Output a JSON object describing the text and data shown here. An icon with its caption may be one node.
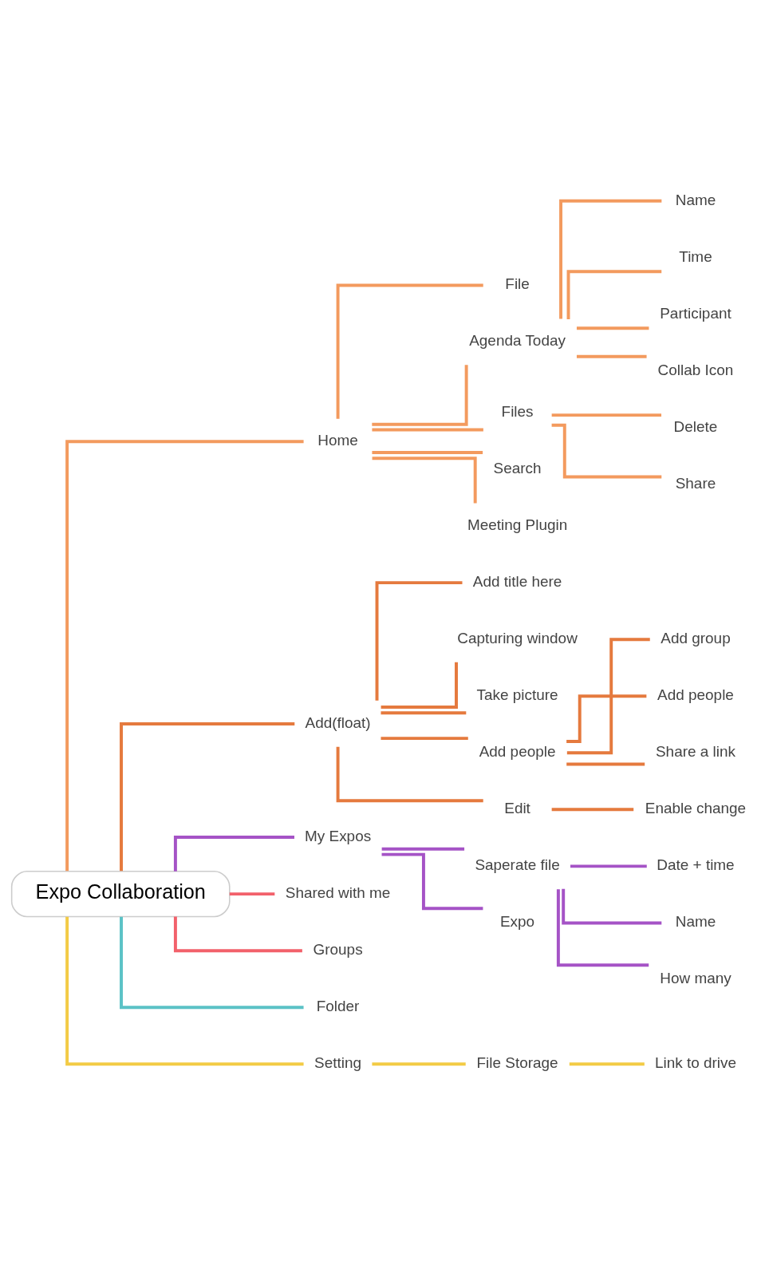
{
  "diagram": {
    "nodes": [
      {
        "text": [
          "Expo Collaboration"
        ]
      },
      {
        "text": [
          "Home"
        ]
      },
      {
        "text": [
          "File"
        ]
      },
      {
        "text": [
          "Agenda Today"
        ]
      },
      {
        "text": [
          "Name"
        ]
      },
      {
        "text": [
          "Time"
        ]
      },
      {
        "text": [
          "Participant"
        ]
      },
      {
        "text": [
          "Collab Icon"
        ]
      },
      {
        "text": [
          "Files"
        ]
      },
      {
        "text": [
          "Delete"
        ]
      },
      {
        "text": [
          "Share"
        ]
      },
      {
        "text": [
          "Search"
        ]
      },
      {
        "text": [
          "Meeting Plugin"
        ]
      },
      {
        "text": [
          "Add(float)"
        ]
      },
      {
        "text": [
          "Add title here"
        ]
      },
      {
        "text": [
          "Capturing window"
        ]
      },
      {
        "text": [
          "Take picture"
        ]
      },
      {
        "text": [
          "Add people"
        ]
      },
      {
        "text": [
          "Add group"
        ]
      },
      {
        "text": [
          "Add people"
        ]
      },
      {
        "text": [
          "Share a link"
        ]
      },
      {
        "text": [
          "Edit"
        ]
      },
      {
        "text": [
          "Enable change"
        ]
      },
      {
        "text": [
          "My Expos"
        ]
      },
      {
        "text": [
          "Saperate file"
        ]
      },
      {
        "text": [
          "Date + time"
        ]
      },
      {
        "text": [
          "Name"
        ]
      },
      {
        "text": [
          "How many"
        ]
      },
      {
        "text": [
          "Expo"
        ]
      },
      {
        "text": [
          "Shared with me"
        ]
      },
      {
        "text": [
          "Groups"
        ]
      },
      {
        "text": [
          "Folder"
        ]
      },
      {
        "text": [
          "Setting"
        ]
      },
      {
        "text": [
          "File Storage"
        ]
      },
      {
        "text": [
          "Link to drive"
        ]
      }
    ],
    "edges": [
      {
        "from": 0,
        "to": 1,
        "arrow": "none",
        "color": "#f39a5e"
      },
      {
        "from": 1,
        "to": 2,
        "arrow": "none",
        "color": "#f39a5e"
      },
      {
        "from": 1,
        "to": 3,
        "arrow": "none",
        "color": "#f39a5e"
      },
      {
        "from": 3,
        "to": 4,
        "arrow": "none",
        "color": "#f39a5e"
      },
      {
        "from": 3,
        "to": 5,
        "arrow": "none",
        "color": "#f39a5e"
      },
      {
        "from": 3,
        "to": 6,
        "arrow": "none",
        "color": "#f39a5e"
      },
      {
        "from": 3,
        "to": 7,
        "arrow": "none",
        "color": "#f39a5e"
      },
      {
        "from": 1,
        "to": 8,
        "arrow": "none",
        "color": "#f39a5e"
      },
      {
        "from": 8,
        "to": 9,
        "arrow": "none",
        "color": "#f39a5e"
      },
      {
        "from": 8,
        "to": 10,
        "arrow": "none",
        "color": "#f39a5e"
      },
      {
        "from": 1,
        "to": 11,
        "arrow": "none",
        "color": "#f39a5e"
      },
      {
        "from": 1,
        "to": 12,
        "arrow": "none",
        "color": "#f39a5e"
      },
      {
        "from": 0,
        "to": 13,
        "arrow": "none",
        "color": "#e57a3e"
      },
      {
        "from": 13,
        "to": 14,
        "arrow": "none",
        "color": "#e57a3e"
      },
      {
        "from": 13,
        "to": 15,
        "arrow": "none",
        "color": "#e57a3e"
      },
      {
        "from": 13,
        "to": 16,
        "arrow": "none",
        "color": "#e57a3e"
      },
      {
        "from": 13,
        "to": 17,
        "arrow": "none",
        "color": "#e57a3e"
      },
      {
        "from": 17,
        "to": 18,
        "arrow": "none",
        "color": "#e57a3e"
      },
      {
        "from": 17,
        "to": 19,
        "arrow": "none",
        "color": "#e57a3e"
      },
      {
        "from": 17,
        "to": 20,
        "arrow": "none",
        "color": "#e57a3e"
      },
      {
        "from": 13,
        "to": 21,
        "arrow": "none",
        "color": "#e57a3e"
      },
      {
        "from": 21,
        "to": 22,
        "arrow": "none",
        "color": "#e57a3e"
      },
      {
        "from": 0,
        "to": 23,
        "arrow": "none",
        "color": "#a553c6"
      },
      {
        "from": 23,
        "to": 24,
        "arrow": "none",
        "color": "#a553c6"
      },
      {
        "from": 24,
        "to": 25,
        "arrow": "none",
        "color": "#a553c6"
      },
      {
        "from": 24,
        "to": 26,
        "arrow": "none",
        "color": "#a553c6"
      },
      {
        "from": 24,
        "to": 27,
        "arrow": "none",
        "color": "#a553c6"
      },
      {
        "from": 23,
        "to": 28,
        "arrow": "none",
        "color": "#a553c6"
      },
      {
        "from": 0,
        "to": 29,
        "arrow": "none",
        "color": "#f2616b"
      },
      {
        "from": 0,
        "to": 30,
        "arrow": "none",
        "color": "#f2616b"
      },
      {
        "from": 0,
        "to": 31,
        "arrow": "none",
        "color": "#5bc2c6"
      },
      {
        "from": 0,
        "to": 32,
        "arrow": "none",
        "color": "#f3cb45"
      },
      {
        "from": 32,
        "to": 33,
        "arrow": "none",
        "color": "#f3cb45"
      },
      {
        "from": 33,
        "to": 34,
        "arrow": "none",
        "color": "#f3cb45"
      }
    ]
  }
}
